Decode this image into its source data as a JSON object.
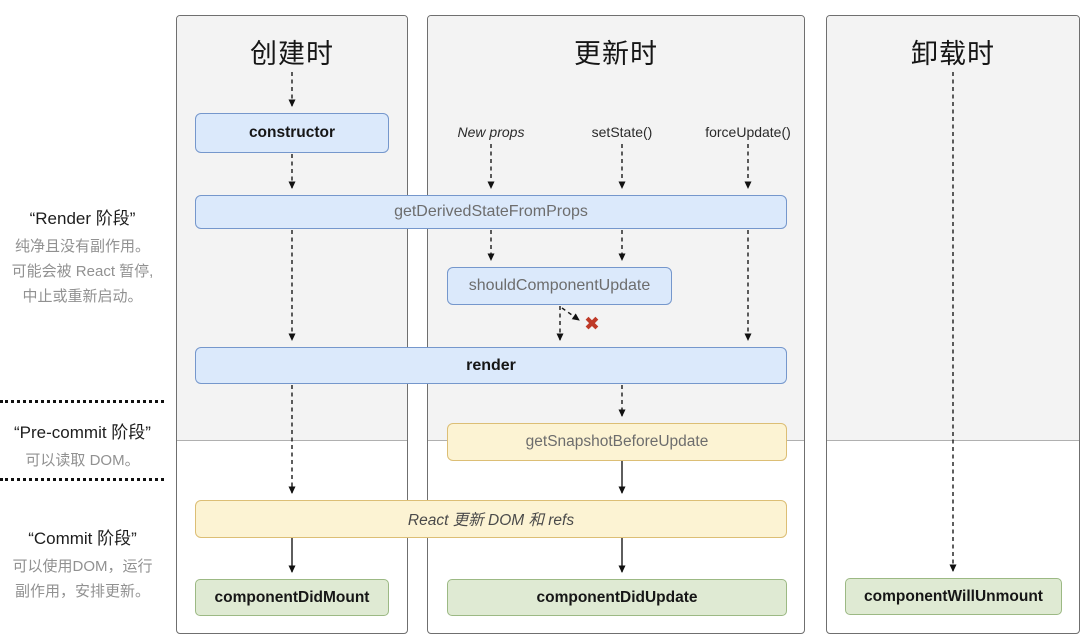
{
  "columns": [
    {
      "id": "mount",
      "title": "创建时"
    },
    {
      "id": "update",
      "title": "更新时"
    },
    {
      "id": "unmount",
      "title": "卸载时"
    }
  ],
  "phases": [
    {
      "title": "“Render 阶段”",
      "lines": [
        "纯净且没有副作用。",
        "可能会被 React 暂停,",
        "中止或重新启动。"
      ]
    },
    {
      "title": "“Pre-commit 阶段”",
      "lines": [
        "可以读取 DOM。"
      ]
    },
    {
      "title": "“Commit 阶段”",
      "lines": [
        "可以使用DOM，运行",
        "副作用，安排更新。"
      ]
    }
  ],
  "events": [
    {
      "label": "New props"
    },
    {
      "label": "setState()"
    },
    {
      "label": "forceUpdate()"
    }
  ],
  "boxes": {
    "constructor": "constructor",
    "get_derived_state_from_props": "getDerivedStateFromProps",
    "should_component_update": "shouldComponentUpdate",
    "render": "render",
    "get_snapshot_before_update": "getSnapshotBeforeUpdate",
    "react_updates_dom": "React 更新 DOM 和 refs",
    "component_did_mount": "componentDidMount",
    "component_did_update": "componentDidUpdate",
    "component_will_unmount": "componentWillUnmount"
  },
  "red_x": "✖",
  "colors": {
    "blue_fill": "#dbe9fb",
    "blue_border": "#7597cc",
    "yellow_fill": "#fcf3d3",
    "yellow_border": "#dcbe75",
    "green_fill": "#dfead3",
    "green_border": "#9cb984",
    "phase_zone_fill": "#f3f3f3",
    "red_x": "#bf3a28"
  }
}
